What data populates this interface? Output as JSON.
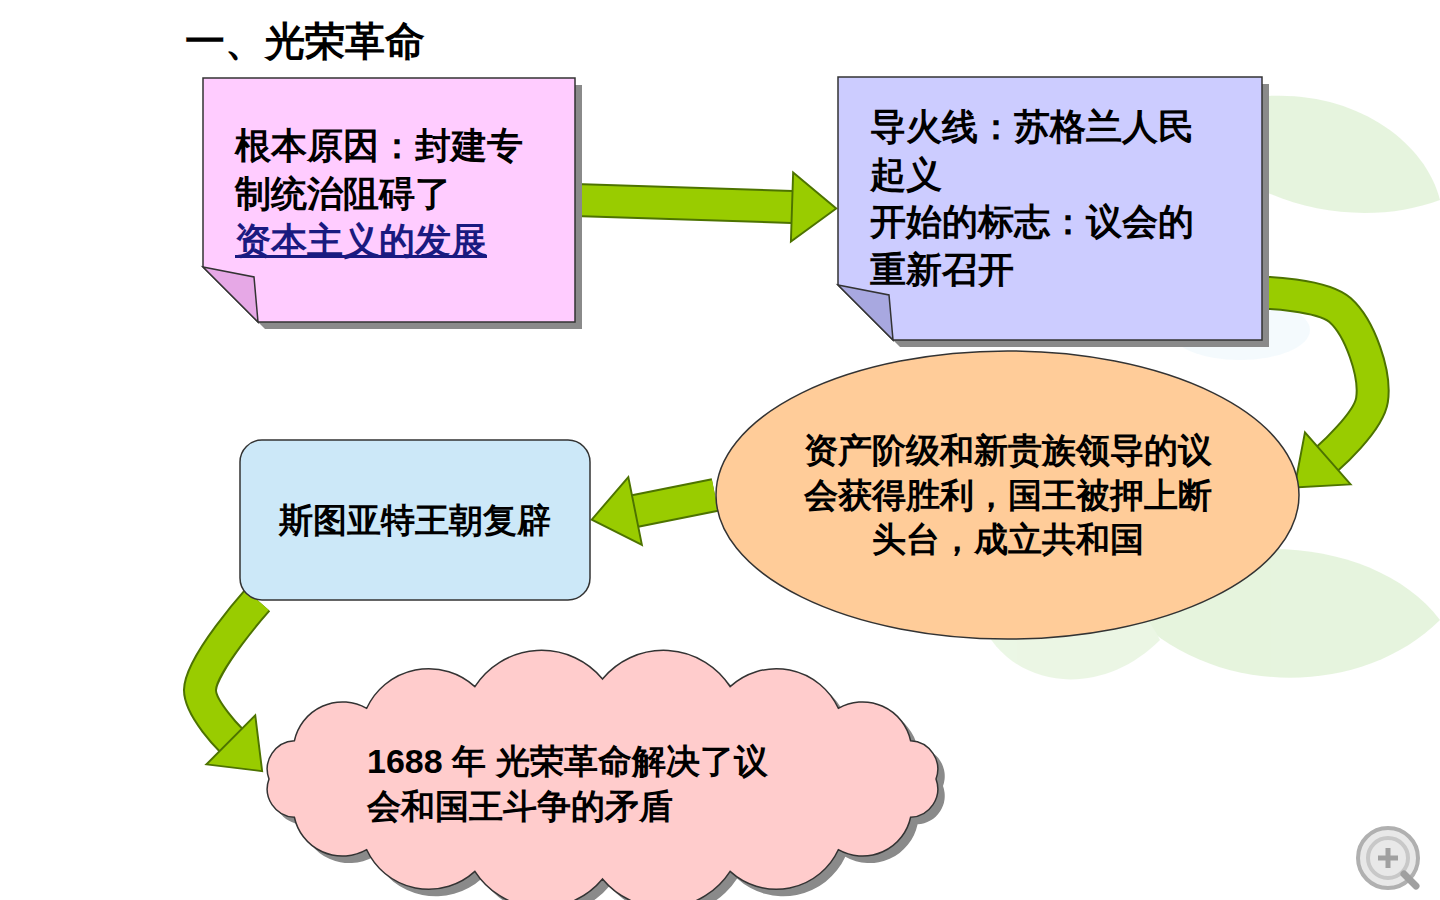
{
  "diagram": {
    "title": "一、光荣革命",
    "nodes": [
      {
        "text": [
          "根本原因：封建专制统治阻碍了",
          "资本主义的发展"
        ]
      },
      {
        "text": [
          "导火线：苏格兰人民起义",
          "开始的标志：议会的重新召开"
        ]
      },
      {
        "text": [
          "资产阶级和新贵族领导的议会获得胜利，国王被押上断头台，成立共和国"
        ]
      },
      {
        "text": [
          "斯图亚特王朝复辟"
        ]
      },
      {
        "text": [
          "1688 年 光荣革命解决了议会和国王斗争的矛盾"
        ]
      }
    ],
    "edges": [
      {
        "from": 0,
        "to": 1,
        "arrow": "to"
      },
      {
        "from": 1,
        "to": 2,
        "arrow": "to"
      },
      {
        "from": 2,
        "to": 3,
        "arrow": "to"
      },
      {
        "from": 3,
        "to": 4,
        "arrow": "to"
      }
    ]
  }
}
